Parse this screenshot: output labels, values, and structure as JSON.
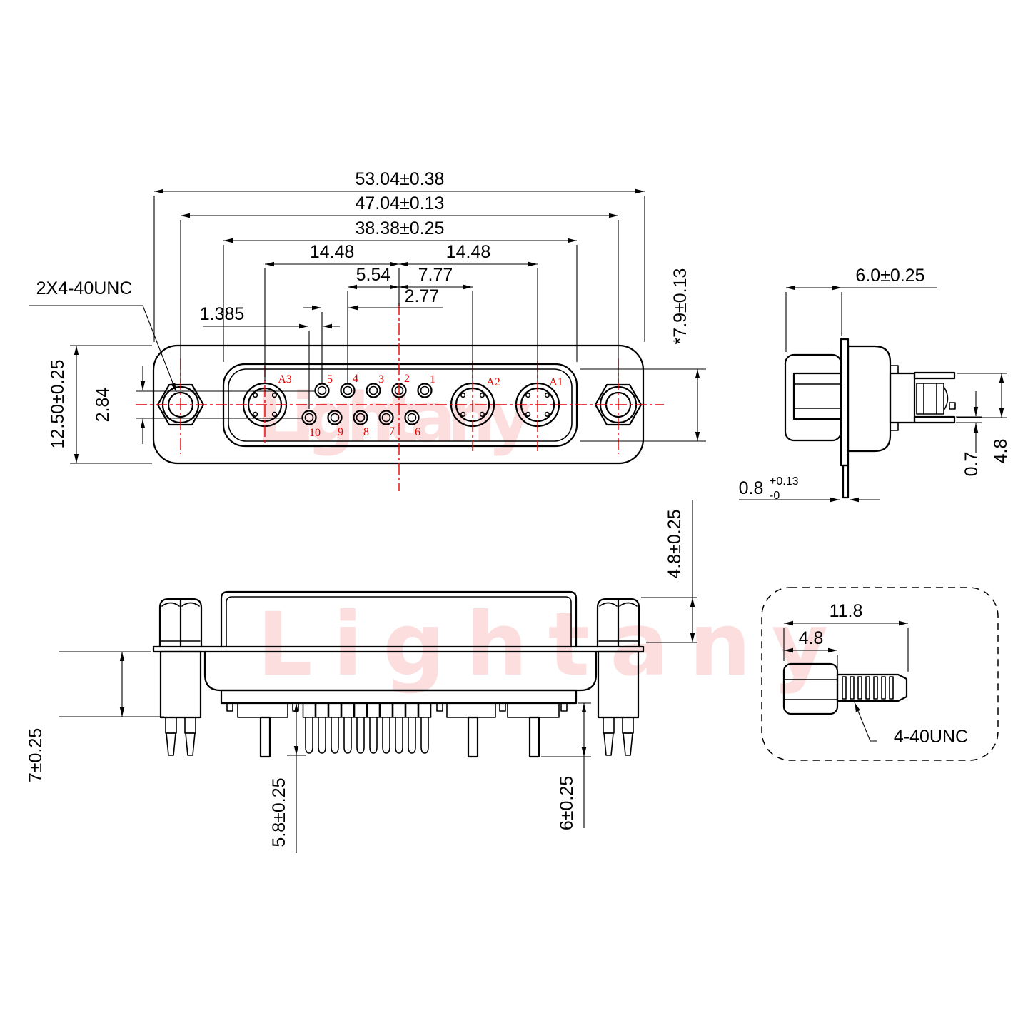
{
  "watermark": {
    "text": "Lightany",
    "color": "#ed1c24"
  },
  "front": {
    "callout": "2X4-40UNC",
    "dim_overall": "53.04±0.38",
    "dim_mount": "47.04±0.13",
    "dim_shell": "38.38±0.25",
    "dim_14_left": "14.48",
    "dim_14_right": "14.48",
    "dim_554": "5.54",
    "dim_777": "7.77",
    "dim_277": "2.77",
    "dim_1385": "1.385",
    "dim_height": "12.50±0.25",
    "dim_rowgap": "2.84",
    "dim_shell_h": "*7.9±0.13",
    "label_a3": "A3",
    "label_a2": "A2",
    "label_a1": "A1",
    "pins_top": [
      "5",
      "4",
      "3",
      "2",
      "1"
    ],
    "pins_bottom": [
      "10",
      "9",
      "8",
      "7",
      "6"
    ]
  },
  "side": {
    "dim_depth": "6.0±0.25",
    "dim_plate_base": "0.8",
    "dim_plate_sup": "+0.13",
    "dim_plate_sub": "-0",
    "dim_contact_thk": "0.7",
    "dim_contact_span": "4.8"
  },
  "bottom": {
    "dim_standoff_h": "4.8±0.25",
    "dim_post": "7±0.25",
    "dim_pin_len": "5.8±0.25",
    "dim_bigpin_len": "6±0.25"
  },
  "screw": {
    "dim_total": "11.8",
    "dim_hex": "4.8",
    "thread": "4-40UNC"
  }
}
